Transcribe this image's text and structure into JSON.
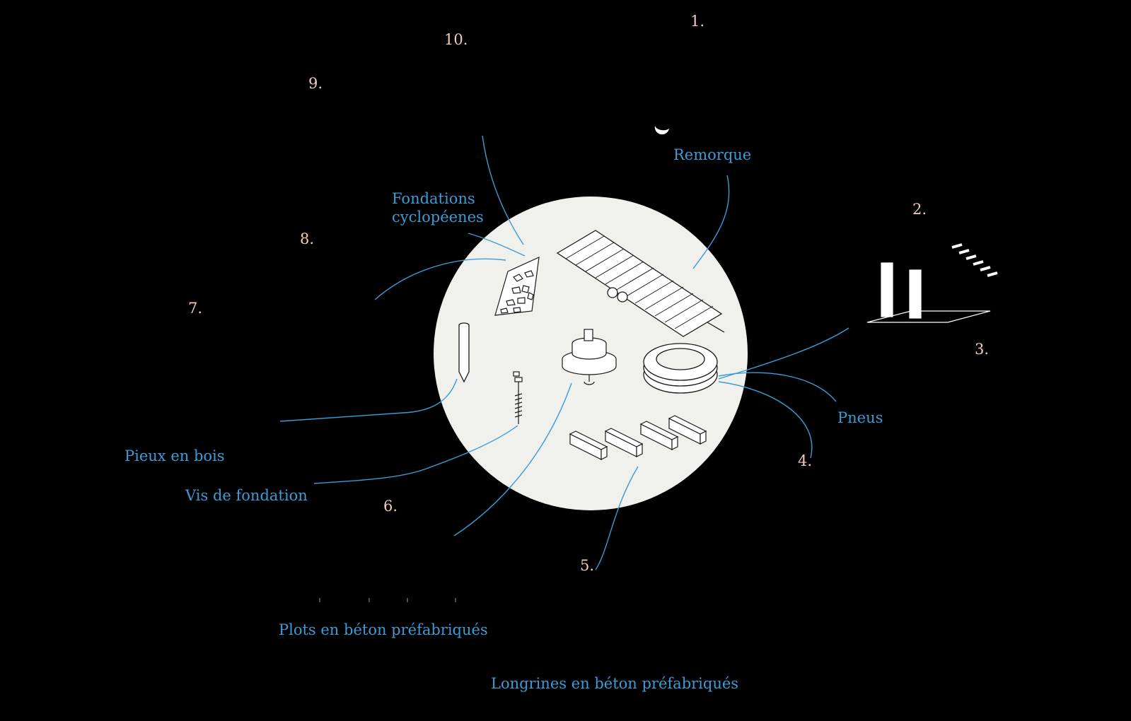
{
  "labels": {
    "remorque": "Remorque",
    "fondations": "Fondations\ncyclopéenes",
    "pneus": "Pneus",
    "pieux": "Pieux en bois",
    "vis": "Vis de fondation",
    "plots": "Plots en béton préfabriqués",
    "longrines": "Longrines en béton préfabriqués"
  },
  "numbers": [
    "1.",
    "2.",
    "3.",
    "4.",
    "5.",
    "6.",
    "7.",
    "8.",
    "9.",
    "10."
  ],
  "colors": {
    "background": "#000000",
    "circle": "#f0f0ed",
    "label": "#3d9bd6",
    "number": "#f2cdbf",
    "leader": "#3d9bd6",
    "ink": "#1a1a1a"
  }
}
